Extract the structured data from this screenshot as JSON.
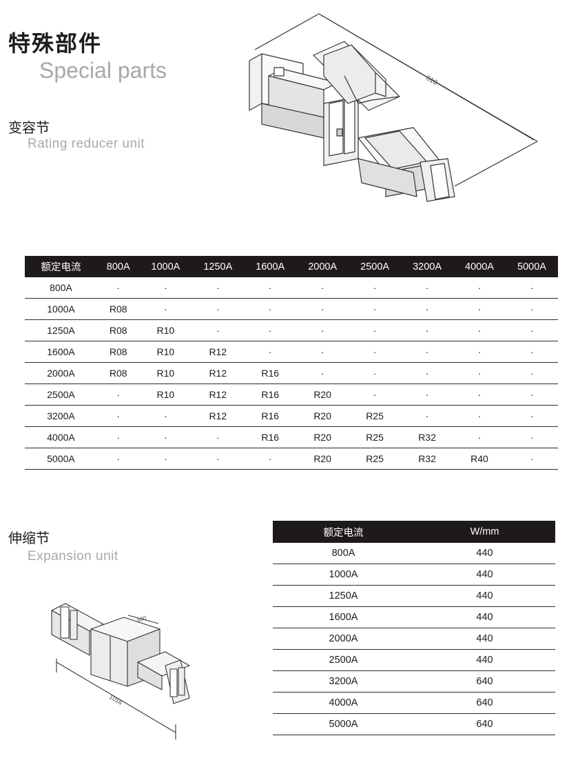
{
  "header": {
    "title_cn": "特殊部件",
    "title_en": "Special parts"
  },
  "reducer": {
    "title_cn": "变容节",
    "title_en": "Rating reducer unit",
    "dimension": "610",
    "columns": [
      "额定电流",
      "800A",
      "1000A",
      "1250A",
      "1600A",
      "2000A",
      "2500A",
      "3200A",
      "4000A",
      "5000A"
    ],
    "rows": [
      [
        "800A",
        "·",
        "·",
        "·",
        "·",
        "·",
        "·",
        "·",
        "·",
        "·"
      ],
      [
        "1000A",
        "R08",
        "·",
        "·",
        "·",
        "·",
        "·",
        "·",
        "·",
        "·"
      ],
      [
        "1250A",
        "R08",
        "R10",
        "·",
        "·",
        "·",
        "·",
        "·",
        "·",
        "·"
      ],
      [
        "1600A",
        "R08",
        "R10",
        "R12",
        "·",
        "·",
        "·",
        "·",
        "·",
        "·"
      ],
      [
        "2000A",
        "R08",
        "R10",
        "R12",
        "R16",
        "·",
        "·",
        "·",
        "·",
        "·"
      ],
      [
        "2500A",
        "·",
        "R10",
        "R12",
        "R16",
        "R20",
        "·",
        "·",
        "·",
        "·"
      ],
      [
        "3200A",
        "·",
        "·",
        "R12",
        "R16",
        "R20",
        "R25",
        "·",
        "·",
        "·"
      ],
      [
        "4000A",
        "·",
        "·",
        "·",
        "R16",
        "R20",
        "R25",
        "R32",
        "·",
        "·"
      ],
      [
        "5000A",
        "·",
        "·",
        "·",
        "·",
        "R20",
        "R25",
        "R32",
        "R40",
        "·"
      ]
    ]
  },
  "expansion": {
    "title_cn": "伸缩节",
    "title_en": "Expansion unit",
    "dimension_long": "1016",
    "dimension_short": "500",
    "columns": [
      "额定电流",
      "W/mm"
    ],
    "rows": [
      [
        "800A",
        "440"
      ],
      [
        "1000A",
        "440"
      ],
      [
        "1250A",
        "440"
      ],
      [
        "1600A",
        "440"
      ],
      [
        "2000A",
        "440"
      ],
      [
        "2500A",
        "440"
      ],
      [
        "3200A",
        "640"
      ],
      [
        "4000A",
        "640"
      ],
      [
        "5000A",
        "640"
      ]
    ]
  },
  "colors": {
    "header_bg": "#1e1a1a",
    "subtitle_grey": "#a8a8a8",
    "line": "#2a2a2a"
  }
}
